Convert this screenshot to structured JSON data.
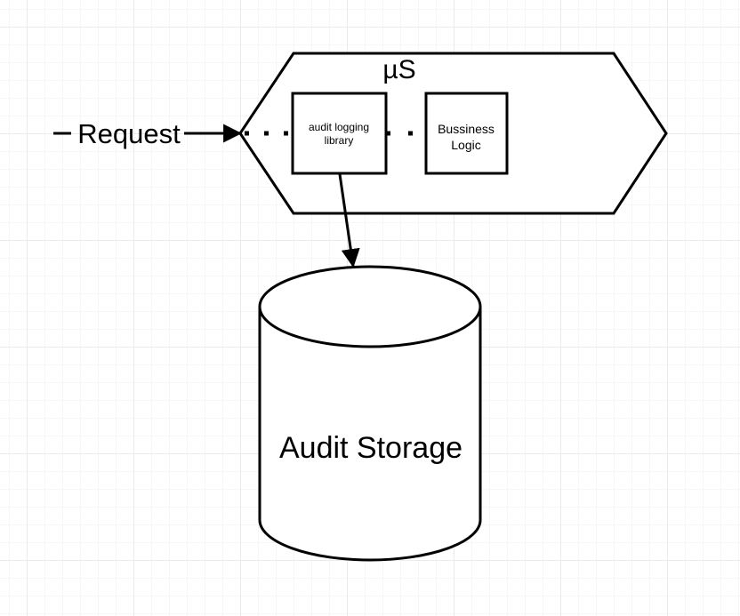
{
  "diagram": {
    "request_label": "Request",
    "service": {
      "title": "µS",
      "audit_library_line1": "audit logging",
      "audit_library_line2": "library",
      "business_logic_line1": "Bussiness",
      "business_logic_line2": "Logic"
    },
    "storage_label": "Audit Storage",
    "colors": {
      "stroke": "#000000",
      "fill": "#ffffff",
      "grid": "#ebebeb"
    }
  }
}
